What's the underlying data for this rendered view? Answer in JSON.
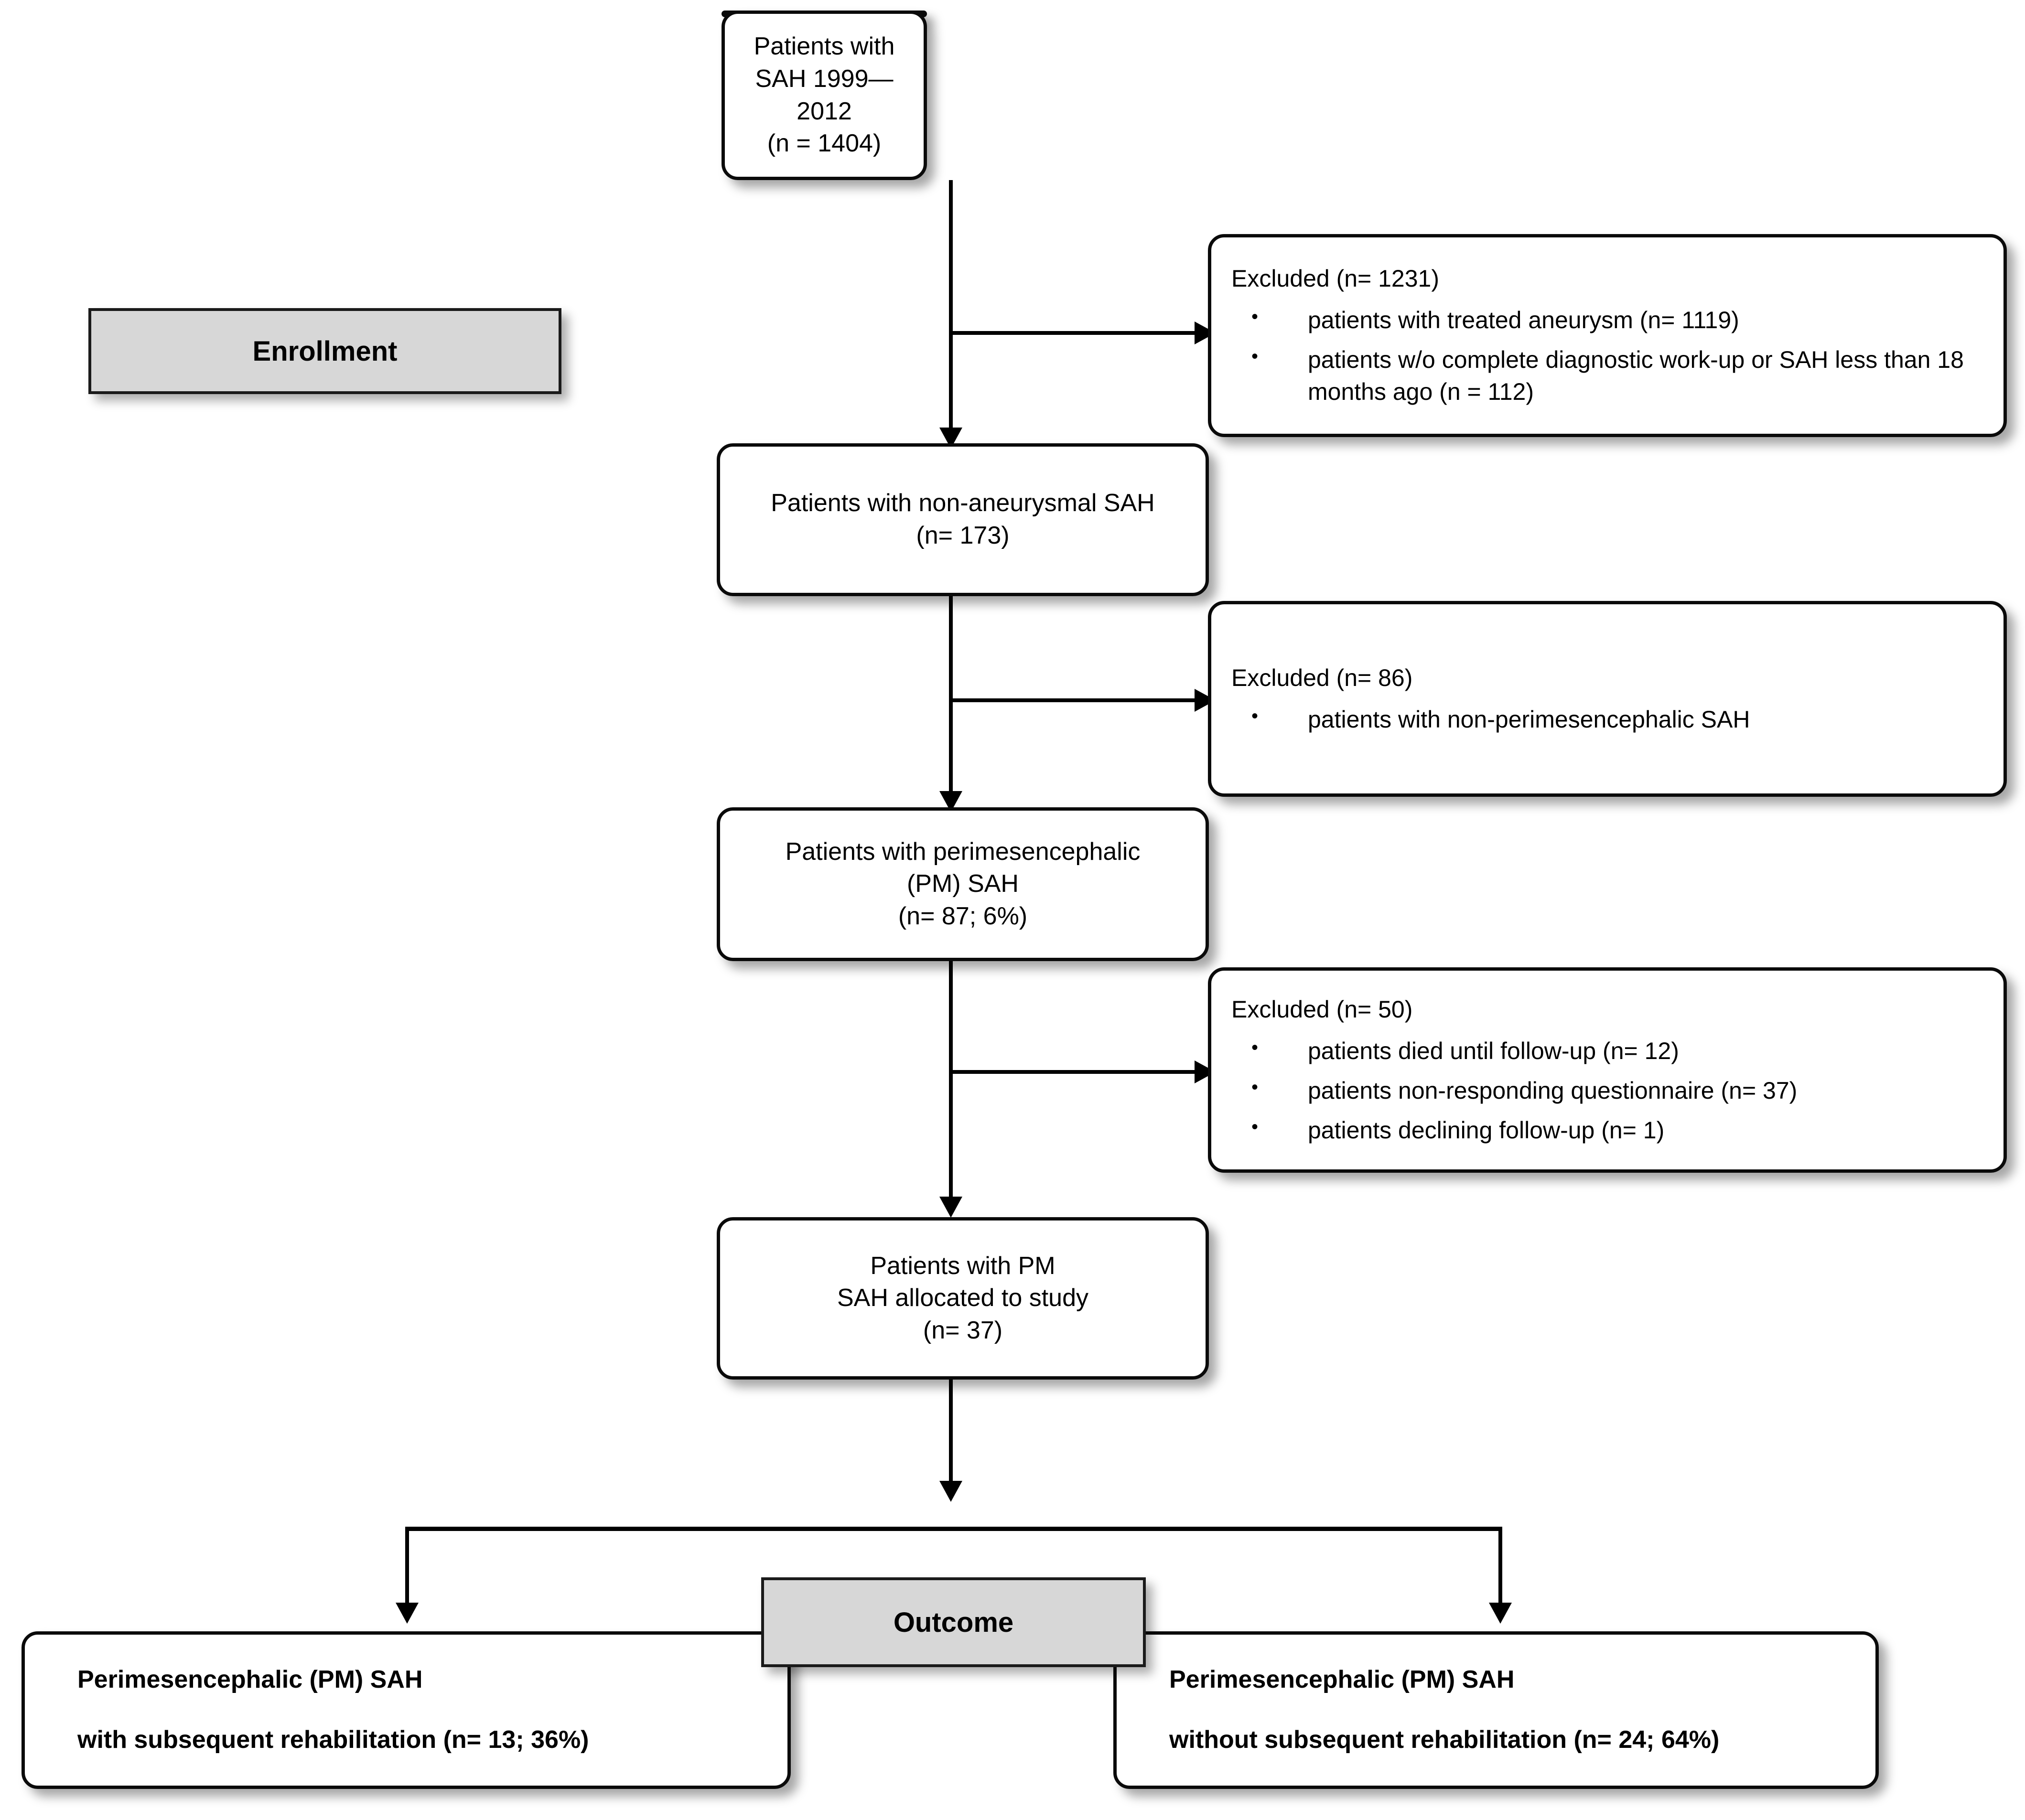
{
  "diagram": {
    "title": "Patient enrollment and outcome flow diagram",
    "type": "flowchart",
    "colors": {
      "box_border": "#0a0a0a",
      "box_fill": "#ffffff",
      "phase_fill": "#d7d7d7",
      "connector": "#000000",
      "text": "#000000"
    }
  },
  "phases": {
    "enrollment": "Enrollment",
    "outcome": "Outcome"
  },
  "nodes": {
    "total_sah": "Patients with SAH 1999—2012\n(n = 1404)",
    "non_aneurysmal": "Patients with non-aneurysmal SAH\n(n= 173)",
    "perimesencephalic": "Patients with perimesencephalic\n(PM) SAH\n(n= 87; 6%)",
    "allocated": "Patients with PM\nSAH allocated to study\n(n= 37)"
  },
  "exclusions": [
    {
      "header": "Excluded (n= 1231)",
      "items": [
        "patients with treated aneurysm (n= 1119)",
        "patients w/o complete diagnostic work-up or SAH less than 18 months ago (n = 112)"
      ]
    },
    {
      "header": "Excluded (n= 86)",
      "items": [
        "patients with non-perimesencephalic SAH"
      ]
    },
    {
      "header": "Excluded (n= 50)",
      "items": [
        "patients died until follow-up (n= 12)",
        "patients non-responding questionnaire (n= 37)",
        "patients declining follow-up (n= 1)"
      ]
    }
  ],
  "results": [
    {
      "line1": "Perimesencephalic (PM) SAH",
      "line2": "with subsequent rehabilitation (n= 13; 36%)"
    },
    {
      "line1": "Perimesencephalic (PM) SAH",
      "line2": "without subsequent rehabilitation (n= 24; 64%)"
    }
  ],
  "chart_data": {
    "type": "flowchart",
    "title": "Patient enrollment and outcome flow diagram",
    "stages": [
      {
        "label": "Patients with SAH 1999—2012",
        "n": 1404
      },
      {
        "label": "Patients with non-aneurysmal SAH",
        "n": 173
      },
      {
        "label": "Patients with perimesencephalic (PM) SAH",
        "n": 87,
        "percent": 6
      },
      {
        "label": "Patients with PM SAH allocated to study",
        "n": 37
      }
    ],
    "exclusions": [
      {
        "n": 1231,
        "reasons": [
          {
            "label": "patients with treated aneurysm",
            "n": 1119
          },
          {
            "label": "patients w/o complete diagnostic work-up or SAH less than 18 months ago",
            "n": 112
          }
        ]
      },
      {
        "n": 86,
        "reasons": [
          {
            "label": "patients with non-perimesencephalic SAH",
            "n": null
          }
        ]
      },
      {
        "n": 50,
        "reasons": [
          {
            "label": "patients died until follow-up",
            "n": 12
          },
          {
            "label": "patients non-responding questionnaire",
            "n": 37
          },
          {
            "label": "patients declining follow-up",
            "n": 1
          }
        ]
      }
    ],
    "outcomes": [
      {
        "label": "Perimesencephalic (PM) SAH with subsequent rehabilitation",
        "n": 13,
        "percent": 36
      },
      {
        "label": "Perimesencephalic (PM) SAH without subsequent rehabilitation",
        "n": 24,
        "percent": 64
      }
    ]
  }
}
